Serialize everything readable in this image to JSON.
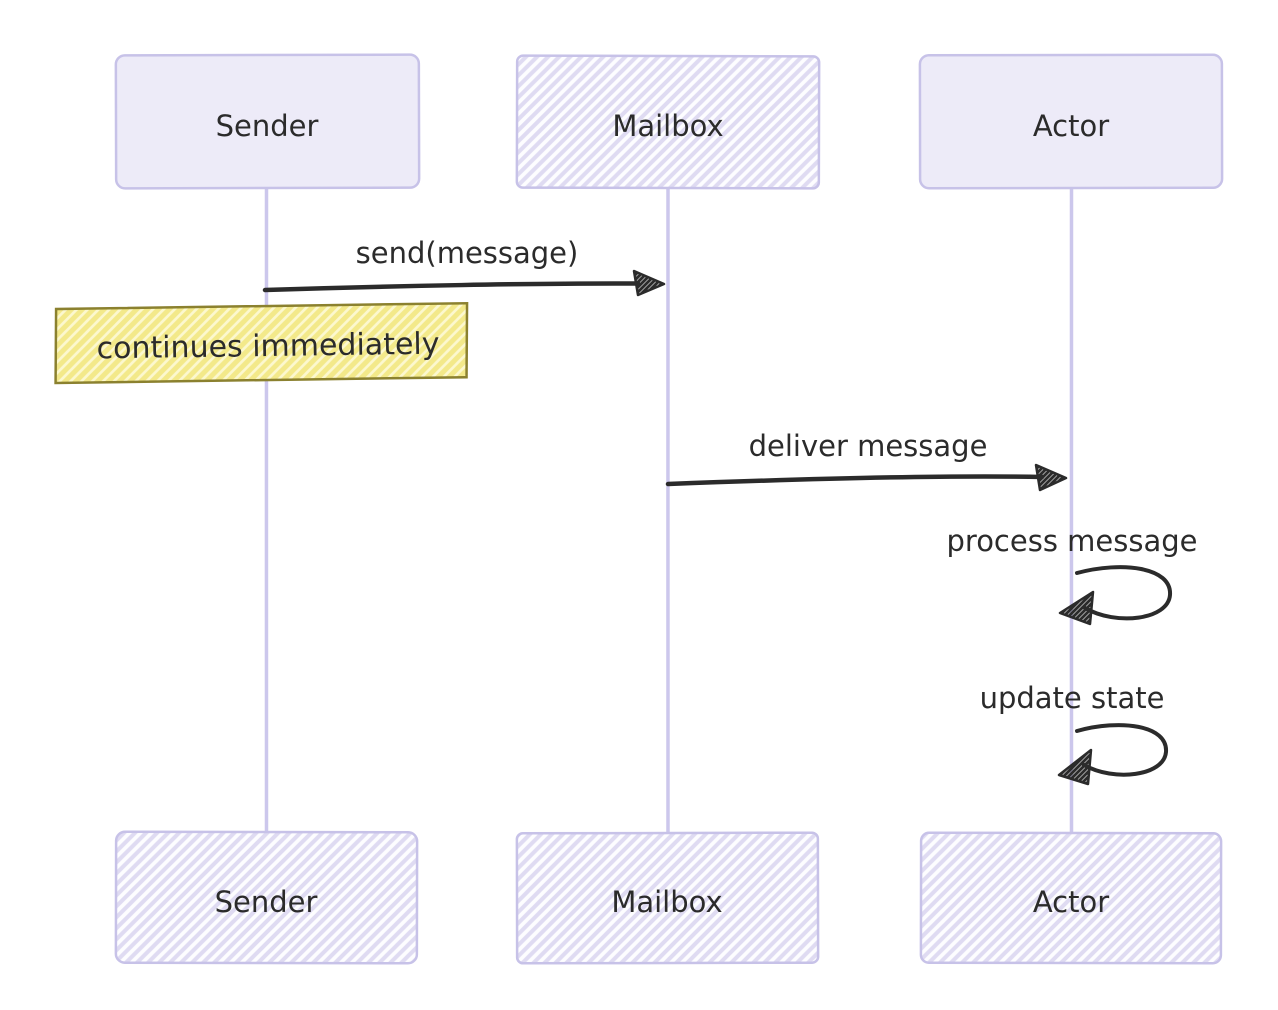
{
  "diagram": {
    "type": "sequence-diagram",
    "style": "hand-drawn-sketch",
    "participants": [
      {
        "id": "sender",
        "label": "Sender",
        "top_box_fill": "solid",
        "bottom_box_fill": "hatch"
      },
      {
        "id": "mailbox",
        "label": "Mailbox",
        "top_box_fill": "hatch",
        "bottom_box_fill": "hatch"
      },
      {
        "id": "actor",
        "label": "Actor",
        "top_box_fill": "solid",
        "bottom_box_fill": "hatch"
      }
    ],
    "messages": [
      {
        "kind": "arrow",
        "from": "Sender",
        "to": "Mailbox",
        "label": "send(message)"
      },
      {
        "kind": "note",
        "over": "Sender",
        "label": "continues immediately"
      },
      {
        "kind": "arrow",
        "from": "Mailbox",
        "to": "Actor",
        "label": "deliver message"
      },
      {
        "kind": "self-loop",
        "on": "Actor",
        "label": "process message"
      },
      {
        "kind": "self-loop",
        "on": "Actor",
        "label": "update state"
      }
    ],
    "colors": {
      "background": "#ffffff",
      "participant_fill": "#edebf8",
      "participant_hatch": "#dfdbf2",
      "participant_border": "#c7c2e8",
      "lifeline": "#ccc7ec",
      "note_fill": "#fcf8cf",
      "note_hatch": "#f3e98a",
      "note_border": "#8b812f",
      "ink": "#2b2b2b"
    }
  }
}
